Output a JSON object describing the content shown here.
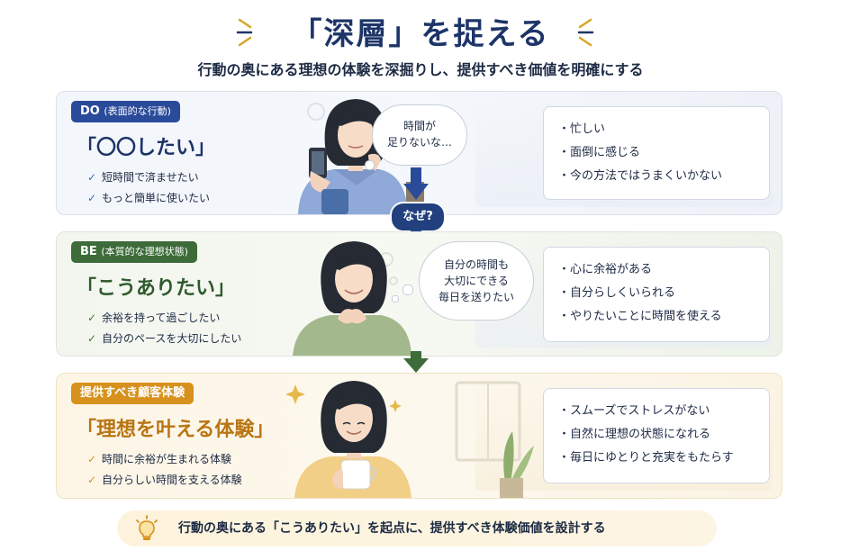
{
  "header": {
    "title": "「深層」を捉える",
    "subtitle": "行動の奥にある理想の体験を深掘りし、提供すべき価値を明確にする"
  },
  "connector": {
    "why_label": "なぜ?"
  },
  "sections": [
    {
      "badge_main": "DO",
      "badge_note": "(表面的な行動)",
      "headline": "「〇〇したい」",
      "checks": [
        "短時間で済ませたい",
        "もっと簡単に使いたい"
      ],
      "thought_lines": [
        "時間が",
        "足りないな…"
      ],
      "points": [
        "・忙しい",
        "・面倒に感じる",
        "・今の方法ではうまくいかない"
      ]
    },
    {
      "badge_main": "BE",
      "badge_note": "(本質的な理想状態)",
      "headline": "「こうありたい」",
      "checks": [
        "余裕を持って過ごしたい",
        "自分のペースを大切にしたい"
      ],
      "thought_lines": [
        "自分の時間も",
        "大切にできる",
        "毎日を送りたい"
      ],
      "points": [
        "・心に余裕がある",
        "・自分らしくいられる",
        "・やりたいことに時間を使える"
      ]
    },
    {
      "badge_main": "提供すべき顧客体験",
      "badge_note": "",
      "headline": "「理想を叶える体験」",
      "checks": [
        "時間に余裕が生まれる体験",
        "自分らしい時間を支える体験"
      ],
      "points": [
        "・スムーズでストレスがない",
        "・自然に理想の状態になれる",
        "・毎日にゆとりと充実をもたらす"
      ]
    }
  ],
  "footer": {
    "text": "行動の奥にある「こうありたい」を起点に、提供すべき体験価値を設計する"
  },
  "colors": {
    "navy": "#1d3468",
    "do_blue": "#2a4a9a",
    "be_green": "#3d6b3a",
    "cx_orange": "#d7911c"
  }
}
